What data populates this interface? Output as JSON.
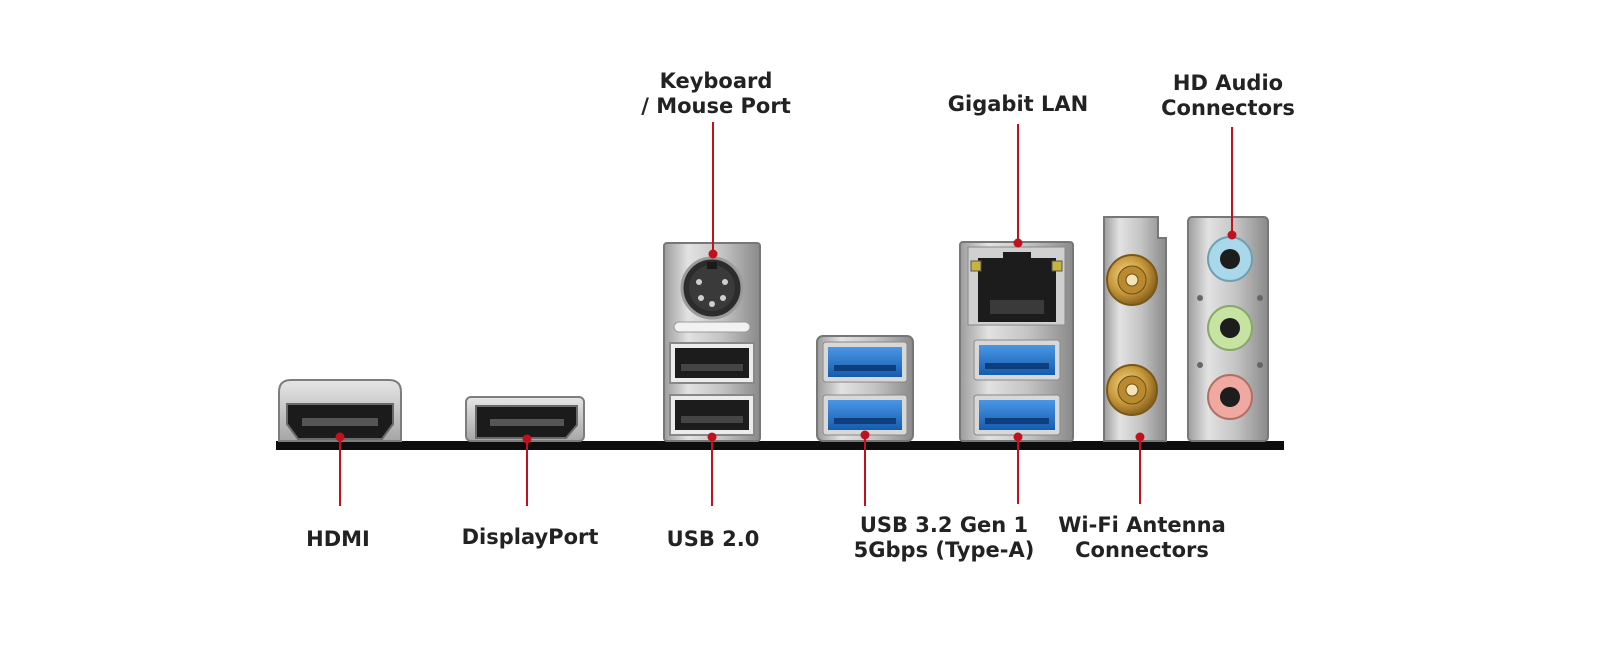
{
  "labels": {
    "keyboard_mouse": "Keyboard\n/ Mouse Port",
    "gigabit_lan": "Gigabit LAN",
    "hd_audio": "HD Audio\nConnectors",
    "hdmi": "HDMI",
    "displayport": "DisplayPort",
    "usb20": "USB 2.0",
    "usb32": "USB 3.2 Gen 1\n5Gbps (Type-A)",
    "wifi_antenna": "Wi-Fi Antenna\nConnectors"
  },
  "colors": {
    "leader_line": "#c0121e",
    "usb3_blue": "#1f6fc9",
    "audio_blue": "#a9d8ea",
    "audio_green": "#c6e3a2",
    "audio_pink": "#f0a9a0",
    "antenna_gold": "#c99a3c"
  },
  "icons": [
    "hdmi-port-icon",
    "displayport-port-icon",
    "ps2-port-icon",
    "usb-port-icon",
    "rj45-port-icon",
    "sma-antenna-icon",
    "audio-jack-icon"
  ]
}
